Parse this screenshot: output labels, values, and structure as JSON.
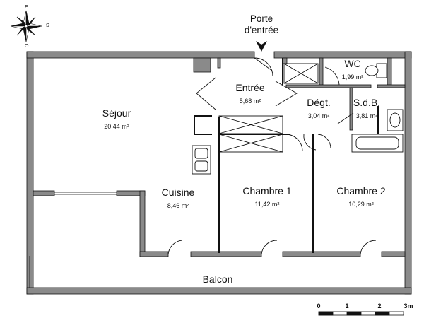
{
  "entrance": {
    "line1": "Porte",
    "line2": "d'entrée"
  },
  "rooms": [
    {
      "id": "sejour",
      "name": "Séjour",
      "area": "20,44 m²"
    },
    {
      "id": "entree",
      "name": "Entrée",
      "area": "5,68 m²"
    },
    {
      "id": "degt",
      "name": "Dégt.",
      "area": "3,04 m²"
    },
    {
      "id": "wc",
      "name": "WC",
      "area": "1,99 m²"
    },
    {
      "id": "sdb",
      "name": "S.d.B.",
      "area": "3,81 m²"
    },
    {
      "id": "cuisine",
      "name": "Cuisine",
      "area": "8,46 m²"
    },
    {
      "id": "chambre1",
      "name": "Chambre 1",
      "area": "11,42 m²"
    },
    {
      "id": "chambre2",
      "name": "Chambre 2",
      "area": "10,29 m²"
    }
  ],
  "balcony": {
    "name": "Balcon"
  },
  "scale": {
    "ticks": [
      "0",
      "1",
      "2",
      "3m"
    ]
  },
  "compass": {
    "letters": [
      "E",
      "S",
      "O"
    ]
  },
  "colors": {
    "wall": "#8a8a8a",
    "line": "#111111",
    "paper": "#ffffff"
  }
}
